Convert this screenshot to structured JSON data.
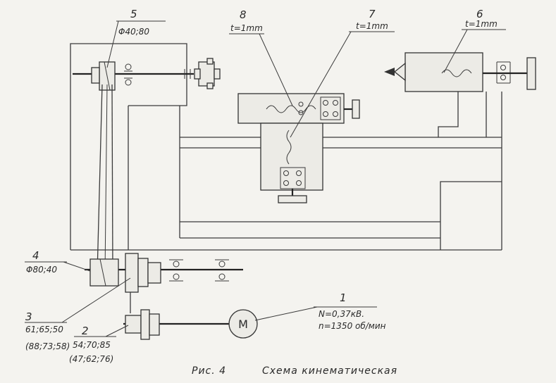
{
  "labels": {
    "ref_1": "1",
    "ref_2": "2",
    "ref_3": "3",
    "ref_4": "4",
    "ref_5": "5",
    "ref_6": "6",
    "ref_7": "7",
    "ref_8": "8"
  },
  "params": {
    "pulley_5": "Φ40;80",
    "pulley_4": "Φ80;40",
    "gear_3_line1": "61;65;50",
    "gear_3_line2": "(88;73;58)",
    "gear_2_line1": "54;70;85",
    "gear_2_line2": "(47;62;76)",
    "screw_6": "t=1mm",
    "screw_7": "t=1mm",
    "screw_8": "t=1mm",
    "motor_power": "N=0,37кВ.",
    "motor_speed": "n=1350 об/мин"
  },
  "motor": {
    "symbol": "M"
  },
  "caption": {
    "figure": "Рис. 4",
    "title": "Схема кинематическая"
  }
}
